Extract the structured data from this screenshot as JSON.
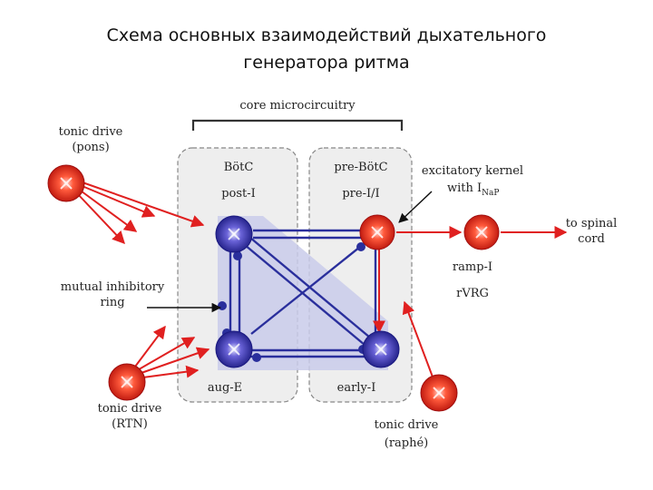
{
  "title": {
    "line1": "Схема основных взаимодействий дыхательного",
    "line2": "генератора ритма"
  },
  "diagram": {
    "core_label": "core microcircuitry",
    "botc": "BötC",
    "prebotc": "pre-BötC",
    "post_i": "post-I",
    "pre_i": "pre-I/I",
    "aug_e": "aug-E",
    "early_i": "early-I",
    "ramp_i": "ramp-I",
    "rvrg": "rVRG",
    "to_spinal_1": "to spinal",
    "to_spinal_2": "cord",
    "tonic_pons_1": "tonic drive",
    "tonic_pons_2": "(pons)",
    "tonic_rtn_1": "tonic drive",
    "tonic_rtn_2": "(RTN)",
    "tonic_raphe_1": "tonic drive",
    "tonic_raphe_2": "(raphé)",
    "mutual_1": "mutual inhibitory",
    "mutual_2": "ring",
    "kernel_1": "excitatory kernel",
    "kernel_2": "with I",
    "kernel_sub": "NaP"
  },
  "colors": {
    "excitatory": "#e02020",
    "inhibitory": "#2a2f9c",
    "ring_band": "#c9cbea",
    "panel_fill": "#eeeeee",
    "panel_border": "#888888"
  }
}
